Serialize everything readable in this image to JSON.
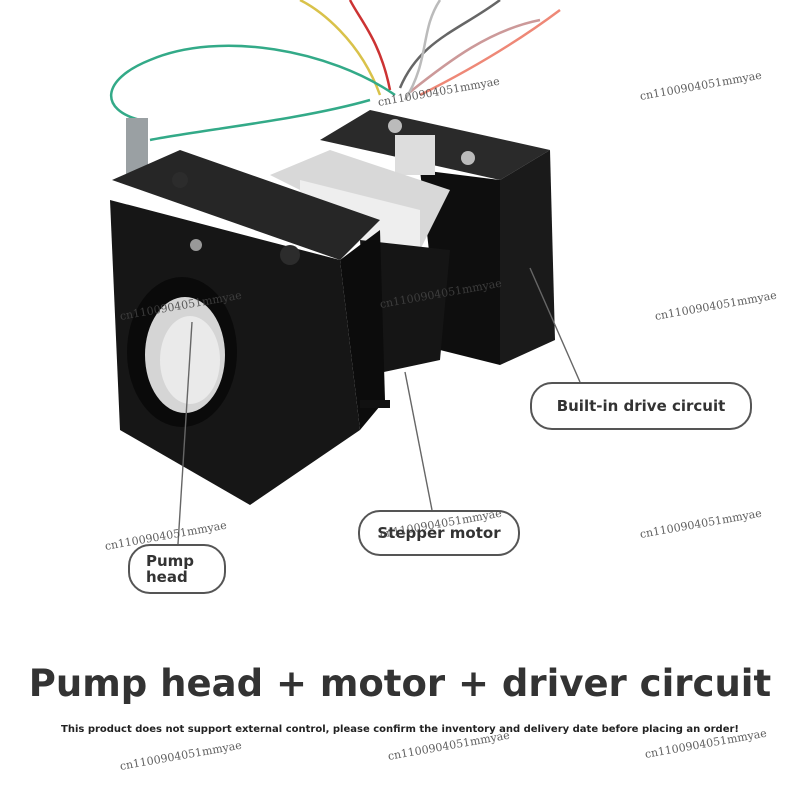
{
  "callouts": {
    "drive": "Built-in drive circuit",
    "motor": "Stepper motor",
    "head_line1": "Pump",
    "head_line2": "head"
  },
  "headline": "Pump head + motor + driver circuit",
  "note": "This product does not support external control, please confirm the inventory and delivery date before placing an order!",
  "watermark": "cn1100904051mmyae",
  "colors": {
    "background": "#ffffff",
    "body": "#141414",
    "text": "#333333"
  }
}
